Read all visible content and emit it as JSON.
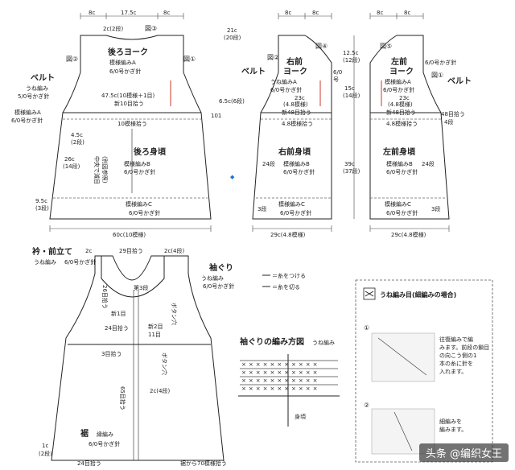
{
  "back": {
    "top_w_left": "8c",
    "top_w_mid": "17.5c",
    "top_w_right": "8c",
    "neck": "2c(2段)",
    "fig3": "図③",
    "yoke_title": "後ろヨーク",
    "yoke_pat": "模様編みA",
    "yoke_hook": "6/0号かぎ針",
    "fig2": "図②",
    "fig1": "図①",
    "belt": "ベルト",
    "belt_pat": "うね編み",
    "belt_hook": "5/0号かぎ針",
    "belt_a": "模様編みA",
    "belt_a_hook": "6/0号かぎ針",
    "width_47": "47.5c(10模様＋1目)",
    "inc_10": "新10目拾う",
    "pick_10": "10模様拾う",
    "h_101": "101",
    "side_45": "4.5c",
    "side_45b": "(2段)",
    "side_26": "26c",
    "side_26b": "(14段)",
    "center_dec": "中央で減目",
    "center_dec2": "(別図参照)",
    "body_title": "後ろ身頃",
    "body_pat": "模様編みB",
    "body_hook": "6/0号かぎ針",
    "side_95": "9.5c",
    "side_95b": "(3段)",
    "hem_pat": "模様編みC",
    "hem_hook": "6/0号かぎ針",
    "bottom": "60c(10模様)"
  },
  "right_front": {
    "top_w1": "8c",
    "top_w2": "8c",
    "fig4": "図④",
    "h21": "21c",
    "h21b": "(20段)",
    "belt": "ベルト",
    "fig2": "図②",
    "yoke_title": "右前",
    "yoke_title2": "ヨーク",
    "belt_pat": "うね編みA",
    "belt_hook": "6/0号かぎ針",
    "w23": "23c",
    "w23b": "(4.8模様)",
    "inc": "新48目拾う",
    "h65": "6.5c(6段)",
    "h6": "6/0",
    "h6b": "号",
    "pick": "4.8模様拾う",
    "body_title": "右前身頃",
    "body_pat": "模様編みB",
    "body_hook": "6/0号かぎ針",
    "r24": "24段",
    "hem_pat": "模様編みC",
    "hem_hook": "6/0号かぎ針",
    "r3": "3段",
    "bottom": "29c(4.8模様)"
  },
  "left_front": {
    "top_w1": "8c",
    "top_w2": "8c",
    "fig5": "図⑤",
    "h125": "12.5c",
    "h125b": "(12段)",
    "yoke_title": "左前",
    "yoke_title2": "ヨーク",
    "yoke_pat": "6/0号かぎ針",
    "fig1": "図①",
    "belt": "ベルト",
    "belt_pat": "模様編みA",
    "belt_hook": "6/0号かぎ針",
    "w23": "23c",
    "w23b": "(4.8模様)",
    "inc": "新48目拾う",
    "h15": "15c",
    "h15b": "(14段)",
    "h39": "39c",
    "h39b": "(37段)",
    "pick48": "48目拾う",
    "r4": "4段",
    "pick": "4.8模様拾う",
    "body_title": "左前身頃",
    "body_pat": "模様編みB",
    "body_hook": "6/0号かぎ針",
    "r24": "24段",
    "hem_pat": "模様編みC",
    "hem_hook": "6/0号かぎ針",
    "r3": "3段",
    "bottom": "29c(4.8模様)"
  },
  "assembly": {
    "collar": "衿・前立て",
    "collar_pat": "うね編み",
    "collar_hook": "6/0号かぎ針",
    "armhole": "袖ぐり",
    "armhole_pat": "うね編み",
    "armhole_hook": "6/0号かぎ針",
    "top_pick": "29目拾う",
    "neck_2c": "2c(4段)",
    "side_2c": "2c",
    "pick26": "26目拾う",
    "r3": "第3段",
    "p1": "新1目",
    "p24": "24目拾う",
    "b2": "新2目",
    "p11": "11目",
    "p3": "3目拾う",
    "btn": "ボタン穴",
    "btn2": "ボタン穴",
    "p65": "65目拾う",
    "r2c4": "2c(4段)",
    "hem": "裾",
    "hem_pat": "縁編み",
    "hem_hook": "6/0号かぎ針",
    "h1c": "1c",
    "h1cb": "(2段)",
    "bottom_l": "24目拾う",
    "bottom_r": "裾から70模様拾う"
  },
  "legend": {
    "attach": "＝糸をつける",
    "cut": "＝糸を切る",
    "direction_title": "袖ぐりの編み方図",
    "direction_pat": "うね編み",
    "body_label": "身頃"
  },
  "stitch_box": {
    "title": "うね編み目(細編みの場合)",
    "step1": "①",
    "step1_text1": "往復編みで編",
    "step1_text2": "みます。前段の鎖目",
    "step1_text3": "の向こう側の1",
    "step1_text4": "本の糸に針を",
    "step1_text5": "入れます。",
    "step2": "②",
    "step2_text1": "細編みを",
    "step2_text2": "編みます。"
  },
  "watermark": "头条 @编织女王",
  "center_mark": "◆"
}
